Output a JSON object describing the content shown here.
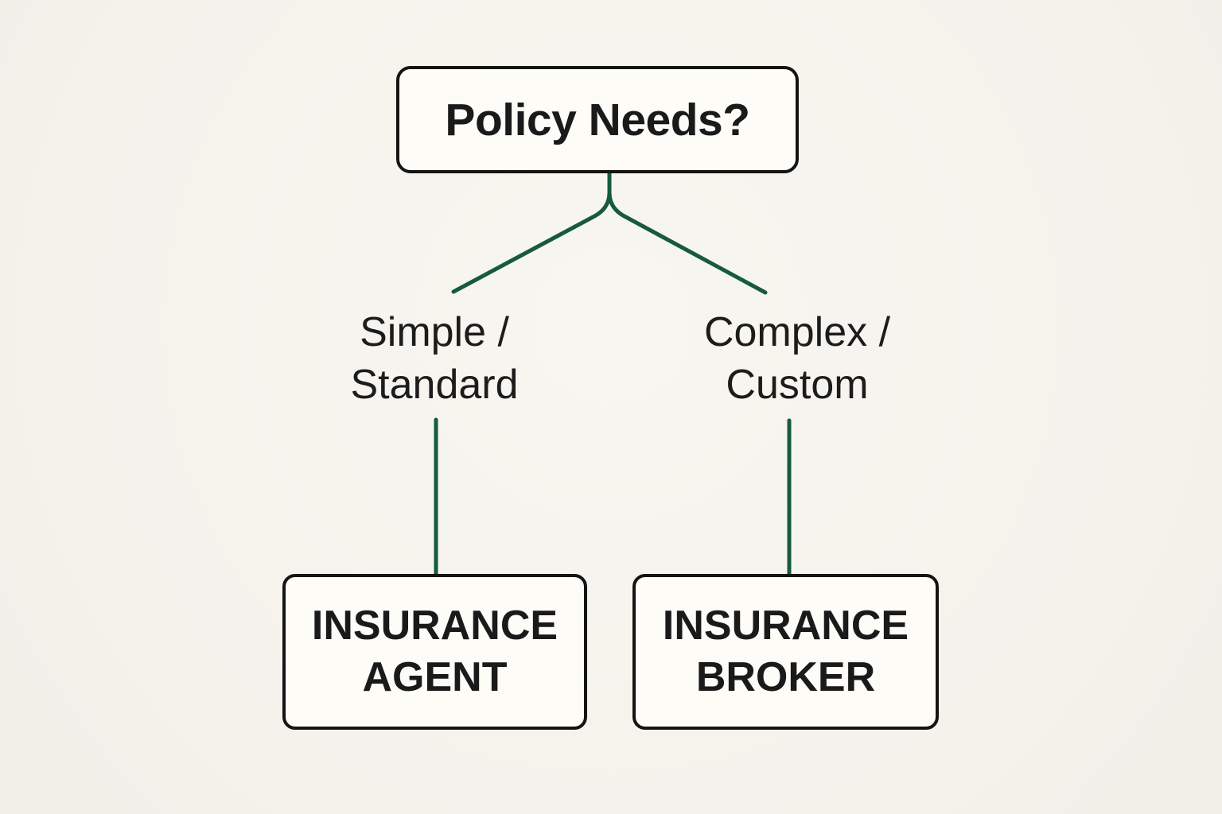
{
  "diagram": {
    "type": "decision-flowchart",
    "root": {
      "label": "Policy Needs?"
    },
    "branches": [
      {
        "condition": "Simple /\nStandard",
        "result": "INSURANCE\nAGENT"
      },
      {
        "condition": "Complex /\nCustom",
        "result": "INSURANCE\nBROKER"
      }
    ]
  },
  "colors": {
    "background": "#f6f4ee",
    "node_fill": "#fdfcf7",
    "node_border": "#141414",
    "text": "#1a1a1a",
    "connector_green": "#175a3d"
  }
}
